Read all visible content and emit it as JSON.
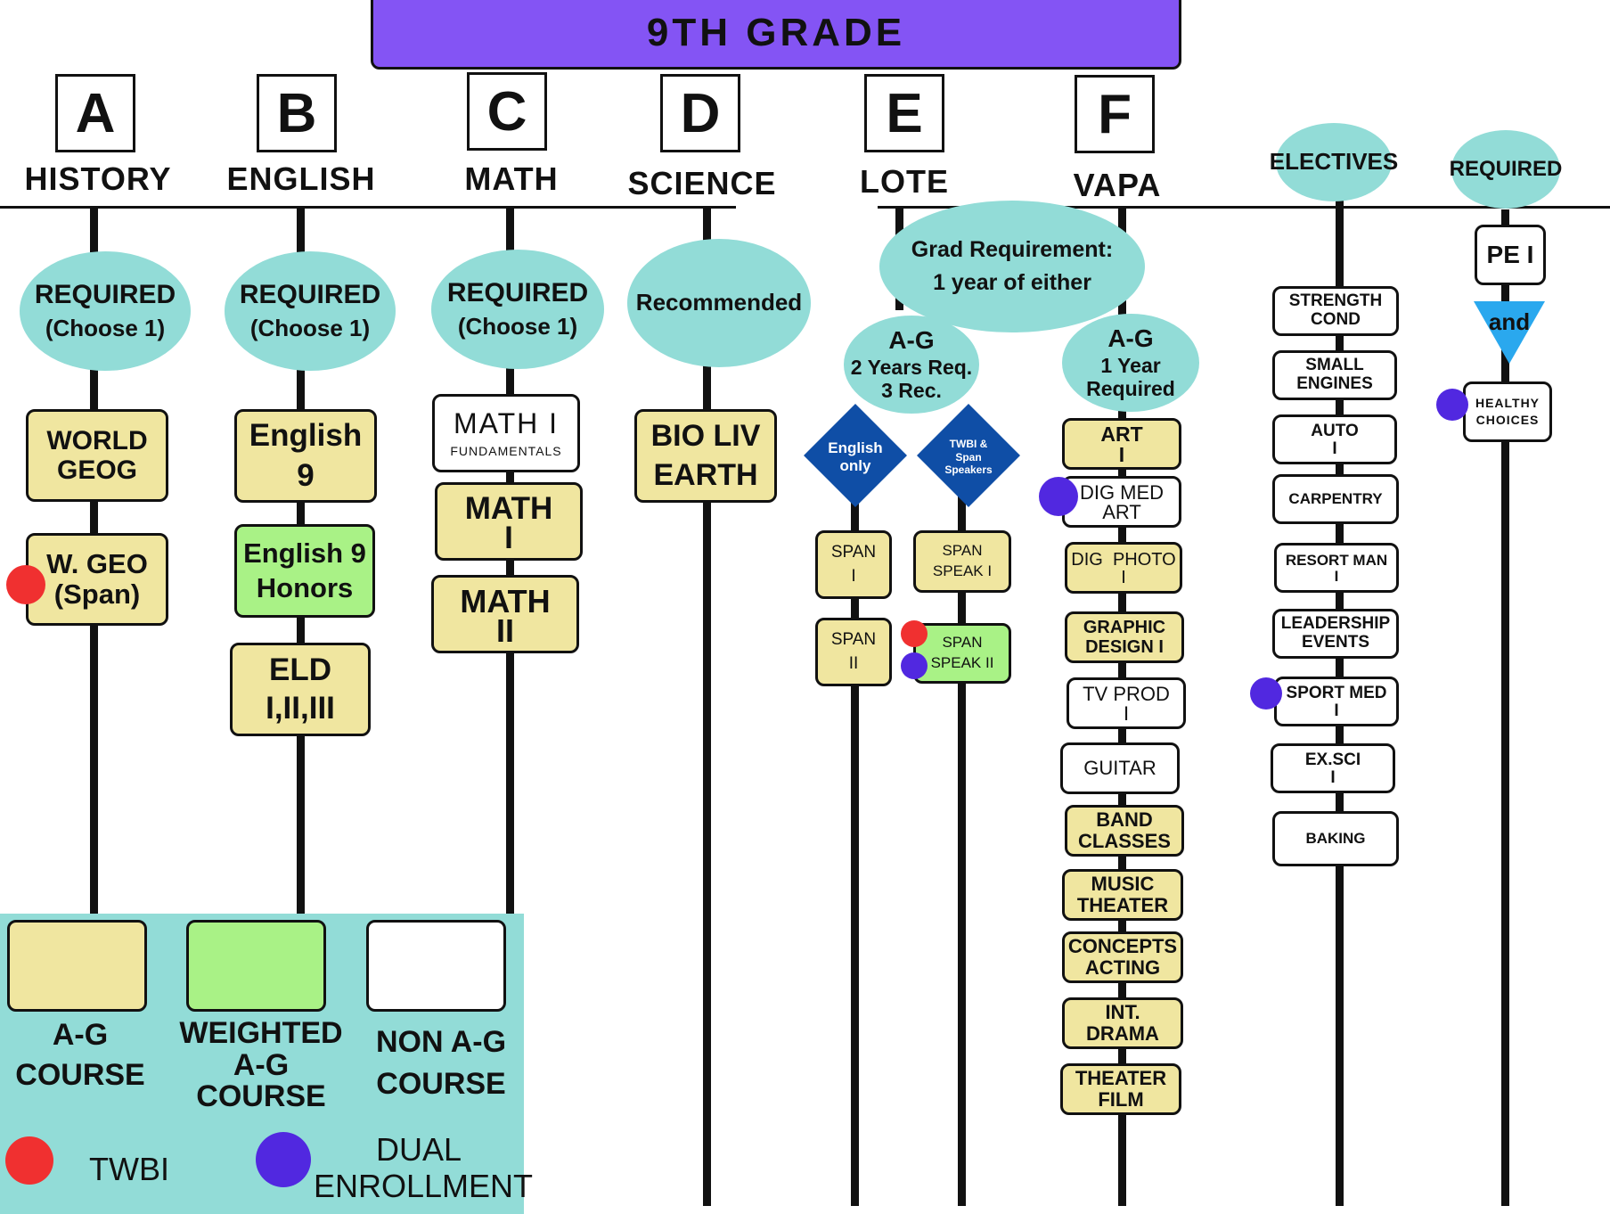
{
  "title": "9TH GRADE",
  "columns": {
    "a": {
      "letter": "A",
      "name": "HISTORY"
    },
    "b": {
      "letter": "B",
      "name": "ENGLISH"
    },
    "c": {
      "letter": "C",
      "name": "MATH"
    },
    "d": {
      "letter": "D",
      "name": "SCIENCE"
    },
    "e": {
      "letter": "E",
      "name": "LOTE"
    },
    "f": {
      "letter": "F",
      "name": "VAPA"
    },
    "electives": {
      "name": "ELECTIVES"
    },
    "required": {
      "name": "REQUIRED"
    }
  },
  "ovals": {
    "history": [
      "REQUIRED",
      "(Choose 1)"
    ],
    "english": [
      "REQUIRED",
      "(Choose 1)"
    ],
    "math": [
      "REQUIRED",
      "(Choose 1)"
    ],
    "science": "Recommended",
    "grad_req": [
      "Grad Requirement:",
      "1 year of either"
    ],
    "lote_ag": [
      "A-G",
      "2 Years Req.",
      "3 Rec."
    ],
    "vapa_ag": [
      "A-G",
      "1 Year",
      "Required"
    ]
  },
  "diamonds": {
    "english_only": [
      "English",
      "only"
    ],
    "twbi": [
      "TWBI &",
      "Span",
      "Speakers"
    ]
  },
  "courses": {
    "history": [
      [
        "WORLD",
        "GEOG"
      ],
      [
        "W. GEO",
        "(Span)"
      ]
    ],
    "english": [
      [
        "English",
        "9"
      ],
      [
        "English 9",
        "Honors"
      ],
      [
        "ELD",
        "I,II,III"
      ]
    ],
    "math": [
      [
        "MATH I",
        "FUNDAMENTALS"
      ],
      [
        "MATH",
        "I"
      ],
      [
        "MATH",
        "II"
      ]
    ],
    "science": [
      [
        "BIO LIV",
        "EARTH"
      ]
    ],
    "lote_english": [
      [
        "SPAN",
        "I"
      ],
      [
        "SPAN",
        "II"
      ]
    ],
    "lote_twbi": [
      [
        "SPAN",
        "SPEAK I"
      ],
      [
        "SPAN",
        "SPEAK II"
      ]
    ],
    "vapa": [
      [
        "ART",
        "I"
      ],
      [
        "DIG MED",
        "ART"
      ],
      [
        "DIG  PHOTO",
        "I"
      ],
      [
        "GRAPHIC",
        "DESIGN I"
      ],
      [
        "TV PROD",
        "I"
      ],
      [
        "GUITAR"
      ],
      [
        "BAND",
        "CLASSES"
      ],
      [
        "MUSIC",
        "THEATER"
      ],
      [
        "CONCEPTS",
        "ACTING"
      ],
      [
        "INT.",
        "DRAMA"
      ],
      [
        "THEATER",
        "FILM"
      ]
    ],
    "electives": [
      [
        "STRENGTH",
        "COND"
      ],
      [
        "SMALL",
        "ENGINES"
      ],
      [
        "AUTO",
        "I"
      ],
      [
        "CARPENTRY"
      ],
      [
        "RESORT MAN",
        "I"
      ],
      [
        "LEADERSHIP",
        "EVENTS"
      ],
      [
        "SPORT MED",
        "I"
      ],
      [
        "EX.SCI",
        "I"
      ],
      [
        "BAKING"
      ]
    ],
    "required": [
      [
        "PE I"
      ],
      [
        "HEALTHY",
        "CHOICES"
      ]
    ]
  },
  "and_label": "and",
  "legend": {
    "ag": [
      "A-G",
      "COURSE"
    ],
    "weighted": [
      "WEIGHTED",
      "A-G",
      "COURSE"
    ],
    "nonag": [
      "NON A-G",
      "COURSE"
    ],
    "twbi": "TWBI",
    "dual": [
      "DUAL",
      "ENROLLMENT"
    ]
  },
  "colors": {
    "banner": "#8454f4",
    "oval": "#92dcd7",
    "ag_course": "#f0e6a0",
    "weighted_course": "#a9f286",
    "non_ag_course": "#ffffff",
    "twbi_dot": "#f03030",
    "dual_enrollment_dot": "#5128e0",
    "diamond": "#0f4ea6",
    "and_triangle": "#2aa8ee"
  }
}
